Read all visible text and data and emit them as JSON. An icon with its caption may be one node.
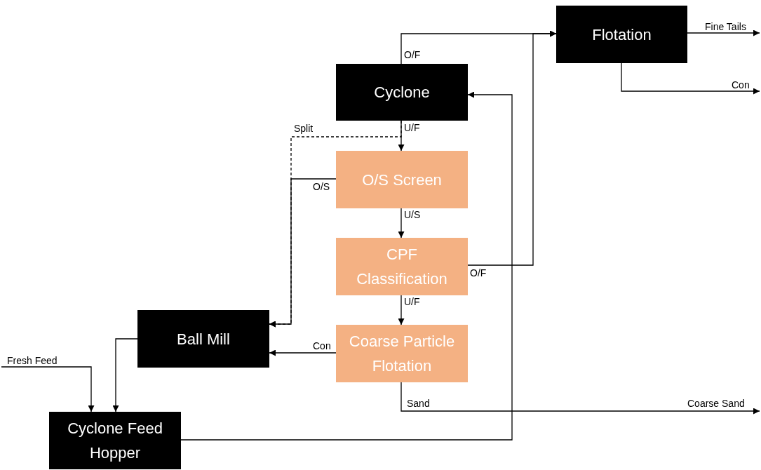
{
  "diagram": {
    "nodes": [
      {
        "text": [
          "Flotation"
        ]
      },
      {
        "text": [
          "Cyclone"
        ]
      },
      {
        "text": [
          "O/S Screen"
        ]
      },
      {
        "text": [
          "CPF Classification"
        ]
      },
      {
        "text": [
          "Ball Mill"
        ]
      },
      {
        "text": [
          "Coarse Particle Flotation"
        ]
      },
      {
        "text": [
          "Cyclone Feed Hopper"
        ]
      }
    ],
    "edges": [
      {
        "from": 1,
        "to": 0,
        "arrow": "to",
        "label": "O/F"
      },
      {
        "from": 0,
        "to": null,
        "arrow": "to",
        "label": "Fine Tails"
      },
      {
        "from": 0,
        "to": null,
        "arrow": "to",
        "label": "Con"
      },
      {
        "from": 1,
        "to": 2,
        "arrow": "to",
        "label": "U/F"
      },
      {
        "from": 1,
        "to": 4,
        "arrow": "to",
        "label": "Split",
        "style": "dashed"
      },
      {
        "from": 2,
        "to": 4,
        "arrow": "to",
        "label": "O/S"
      },
      {
        "from": 2,
        "to": 3,
        "arrow": "to",
        "label": "U/S"
      },
      {
        "from": 3,
        "to": 0,
        "arrow": "to",
        "label": "O/F"
      },
      {
        "from": 3,
        "to": 5,
        "arrow": "to",
        "label": "U/F"
      },
      {
        "from": 5,
        "to": 4,
        "arrow": "to",
        "label": "Con"
      },
      {
        "from": 5,
        "to": null,
        "arrow": "to",
        "label": "Sand"
      },
      {
        "from": 4,
        "to": 6,
        "arrow": "to"
      },
      {
        "from": null,
        "to": 6,
        "arrow": "to",
        "label": "Fresh Feed"
      },
      {
        "from": 6,
        "to": 1,
        "arrow": "to"
      }
    ],
    "labels": [
      "Coarse Sand"
    ]
  }
}
